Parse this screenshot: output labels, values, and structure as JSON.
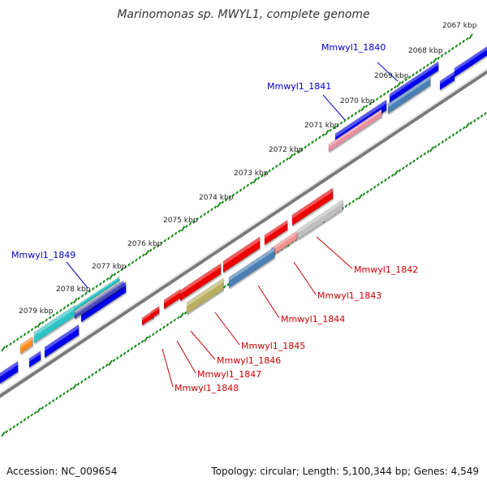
{
  "title": "Marinomonas sp. MWYL1, complete genome",
  "footer": {
    "accession": "Accession: NC_009654",
    "topology": "Topology: circular",
    "length": "Length: 5,100,344 bp",
    "genes": "Genes: 4,549"
  },
  "colors": {
    "backbone": "#7a7a7a",
    "tick": "#1a8a1a",
    "forward_label": "#0000cc",
    "reverse_label": "#cc0000"
  },
  "ticks": [
    {
      "label": "2067 kbp"
    },
    {
      "label": "2068 kbp"
    },
    {
      "label": "2069 kbp"
    },
    {
      "label": "2070 kbp"
    },
    {
      "label": "2071 kbp"
    },
    {
      "label": "2072 kbp"
    },
    {
      "label": "2073 kbp"
    },
    {
      "label": "2074 kbp"
    },
    {
      "label": "2075 kbp"
    },
    {
      "label": "2076 kbp"
    },
    {
      "label": "2077 kbp"
    },
    {
      "label": "2078 kbp"
    },
    {
      "label": "2079 kbp"
    }
  ],
  "gene_labels": [
    {
      "text": "Mmwyl1_1840",
      "strand": "forward"
    },
    {
      "text": "Mmwyl1_1841",
      "strand": "forward"
    },
    {
      "text": "Mmwyl1_1849",
      "strand": "forward"
    },
    {
      "text": "Mmwyl1_1842",
      "strand": "reverse"
    },
    {
      "text": "Mmwyl1_1843",
      "strand": "reverse"
    },
    {
      "text": "Mmwyl1_1844",
      "strand": "reverse"
    },
    {
      "text": "Mmwyl1_1845",
      "strand": "reverse"
    },
    {
      "text": "Mmwyl1_1846",
      "strand": "reverse"
    },
    {
      "text": "Mmwyl1_1847",
      "strand": "reverse"
    },
    {
      "text": "Mmwyl1_1848",
      "strand": "reverse"
    }
  ],
  "features": [
    {
      "color": "#0000ee"
    },
    {
      "color": "#0000ee"
    },
    {
      "color": "#0000ee"
    },
    {
      "color": "#0000ee"
    },
    {
      "color": "#0000ee"
    },
    {
      "color": "#0000ee"
    },
    {
      "color": "#0000ee"
    },
    {
      "color": "#0000ee"
    },
    {
      "color": "#4a7fb5"
    },
    {
      "color": "#e8909f"
    },
    {
      "color": "#4d4db8"
    },
    {
      "color": "#2ec4c4"
    },
    {
      "color": "#ff8c1a"
    },
    {
      "color": "#20c0c0"
    },
    {
      "color": "#ee0000"
    },
    {
      "color": "#ee0000"
    },
    {
      "color": "#ee0000"
    },
    {
      "color": "#ee0000"
    },
    {
      "color": "#ee0000"
    },
    {
      "color": "#ee0000"
    },
    {
      "color": "#ee0000"
    },
    {
      "color": "#c0c0c0"
    },
    {
      "color": "#f09090"
    },
    {
      "color": "#4a7fb5"
    },
    {
      "color": "#b8b060"
    }
  ]
}
